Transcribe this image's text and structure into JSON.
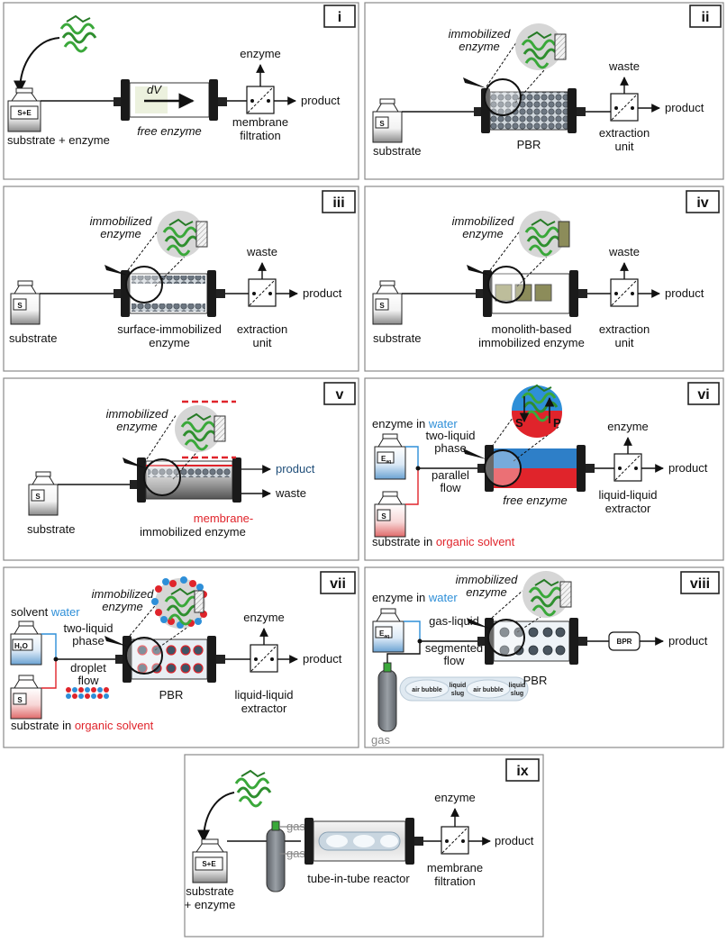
{
  "panels": {
    "i": {
      "label": "i",
      "bottle": "S+E",
      "bottom_text": "substrate + enzyme",
      "reactor_text": "free enzyme",
      "dv": "dV",
      "unit_line1": "membrane",
      "unit_line2": "filtration",
      "out_top": "enzyme",
      "out_right": "product"
    },
    "ii": {
      "label": "ii",
      "bottle": "S",
      "bottom_text": "substrate",
      "callout_line1": "immobilized",
      "callout_line2": "enzyme",
      "reactor_text": "PBR",
      "unit_line1": "extraction",
      "unit_line2": "unit",
      "out_top": "waste",
      "out_right": "product"
    },
    "iii": {
      "label": "iii",
      "bottle": "S",
      "bottom_text": "substrate",
      "callout_line1": "immobilized",
      "callout_line2": "enzyme",
      "reactor_line1": "surface-immobilized",
      "reactor_line2": "enzyme",
      "unit_line1": "extraction",
      "unit_line2": "unit",
      "out_top": "waste",
      "out_right": "product"
    },
    "iv": {
      "label": "iv",
      "bottle": "S",
      "bottom_text": "substrate",
      "callout_line1": "immobilized",
      "callout_line2": "enzyme",
      "reactor_line1": "monolith-based",
      "reactor_line2": "immobilized enzyme",
      "unit_line1": "extraction",
      "unit_line2": "unit",
      "out_top": "waste",
      "out_right": "product"
    },
    "v": {
      "label": "v",
      "bottle": "S",
      "bottom_text": "substrate",
      "callout_line1": "immobilized",
      "callout_line2": "enzyme",
      "reactor_line1": "membrane-",
      "reactor_line2": "immobilized enzyme",
      "out_product": "product",
      "out_waste": "waste"
    },
    "vi": {
      "label": "vi",
      "bottle_top": "E",
      "bottle_top_sub": "aq",
      "bottle_bottom": "S",
      "top_text_a": "enzyme in ",
      "top_text_b": "water",
      "bottom_text_a": "substrate in ",
      "bottom_text_b": "organic solvent",
      "flow_line1": "two-liquid",
      "flow_line2": "phase",
      "flow_line3": "parallel",
      "flow_line4": "flow",
      "callout_s": "S",
      "callout_p": "P",
      "reactor_text": "free enzyme",
      "unit_line1": "liquid-liquid",
      "unit_line2": "extractor",
      "out_top": "enzyme",
      "out_right": "product"
    },
    "vii": {
      "label": "vii",
      "bottle_top": "H",
      "bottle_top_sub": "2",
      "bottle_top_tail": "O",
      "bottle_bottom": "S",
      "top_text_a": "solvent ",
      "top_text_b": "water",
      "bottom_text_a": "substrate in ",
      "bottom_text_b": "organic solvent",
      "flow_line1": "two-liquid",
      "flow_line2": "phase",
      "flow_line3": "droplet",
      "flow_line4": "flow",
      "callout_line1": "immobilized",
      "callout_line2": "enzyme",
      "reactor_text": "PBR",
      "unit_line1": "liquid-liquid",
      "unit_line2": "extractor",
      "out_top": "enzyme",
      "out_right": "product"
    },
    "viii": {
      "label": "viii",
      "bottle_top": "E",
      "bottle_top_sub": "aq",
      "top_text_a": "enzyme in ",
      "top_text_b": "water",
      "flow_line1": "gas-liquid",
      "flow_line2": "segmented",
      "flow_line3": "flow",
      "callout_line1": "immobilized",
      "callout_line2": "enzyme",
      "reactor_text": "PBR",
      "bpr": "BPR",
      "out_right": "product",
      "slug_labels": [
        "air bubble",
        "liquid",
        "slug",
        "air bubble",
        "liquid",
        "slug"
      ],
      "gas": "gas"
    },
    "ix": {
      "label": "ix",
      "bottle": "S+E",
      "bottom_line1": "substrate",
      "bottom_line2": "+ enzyme",
      "gas_top": "gas",
      "gas_bottom": "gas",
      "reactor_text": "tube-in-tube reactor",
      "unit_line1": "membrane",
      "unit_line2": "filtration",
      "out_top": "enzyme",
      "out_right": "product"
    }
  },
  "colors": {
    "water": "#2e8fd8",
    "organic": "#e0242b",
    "bead": "#555e66",
    "enzyme": "#3aa83a",
    "gas_text": "#888888"
  }
}
